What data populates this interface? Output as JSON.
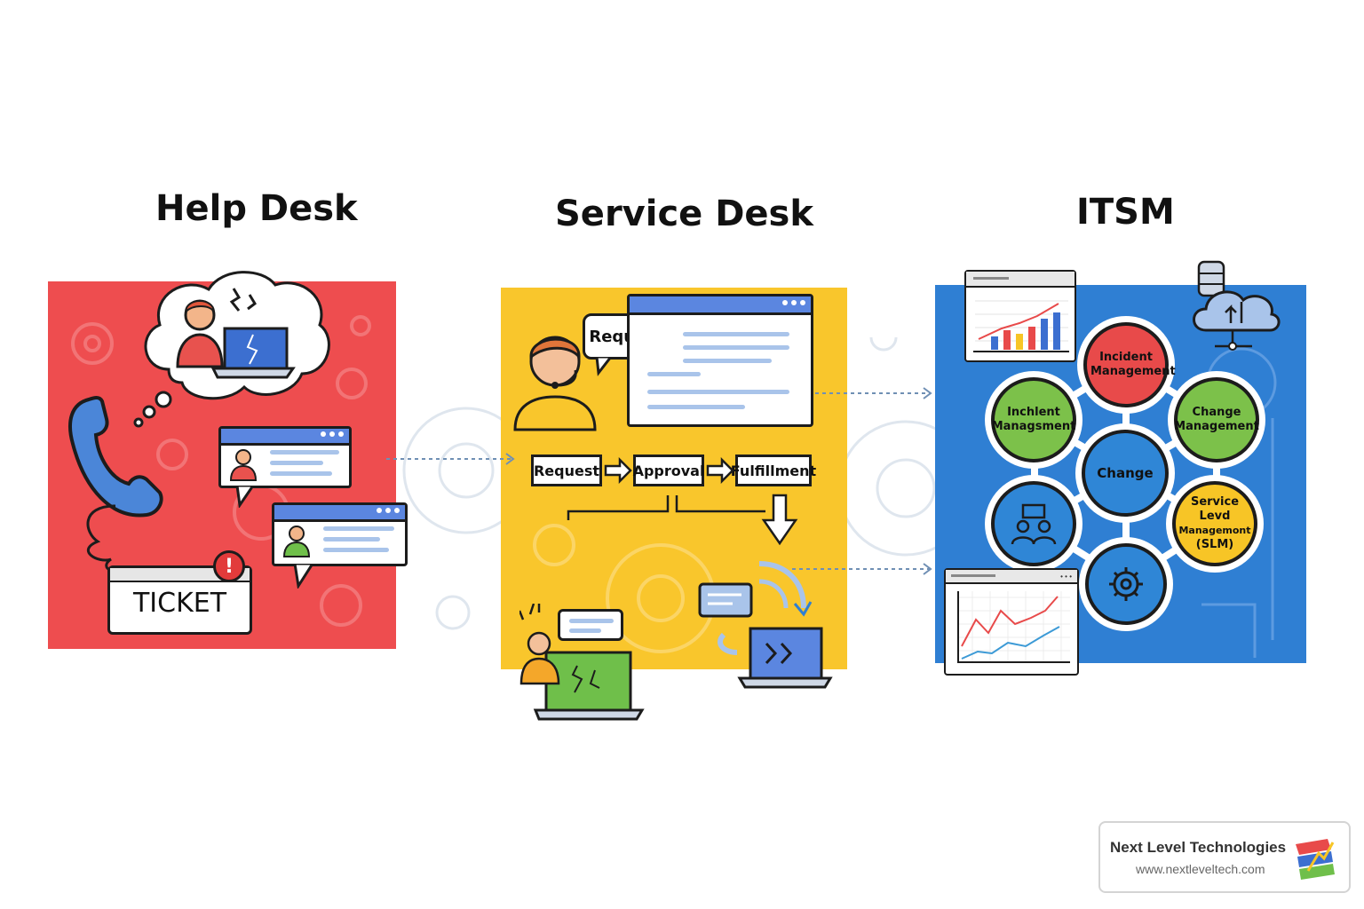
{
  "titles": {
    "help_desk": "Help Desk",
    "service_desk": "Service Desk",
    "itsm": "ITSM"
  },
  "help_desk": {
    "ticket_label": "TICKET",
    "alert_mark": "!"
  },
  "service_desk": {
    "request_bubble": "Request",
    "flow": [
      "Request",
      "Approval",
      "Fulfillment"
    ]
  },
  "itsm": {
    "nodes": {
      "top": "Incident Management",
      "left_top": [
        "Inchlent",
        "Managsment"
      ],
      "right_top": [
        "Change",
        "Management"
      ],
      "center": "Change",
      "right_bottom": [
        "Service",
        "Levd",
        "Managemont",
        "(SLM)"
      ]
    }
  },
  "brand": {
    "name": "Next Level Technologies",
    "url": "www.nextleveltech.com"
  },
  "colors": {
    "help_desk_bg": "#ee4d4f",
    "service_desk_bg": "#f9c62c",
    "itsm_bg": "#2f7fd3",
    "red_node": "#e84a4a",
    "green_node": "#7cc14a",
    "blue_node": "#2f86d6",
    "yellow_node": "#f7c526"
  },
  "icons": [
    "phone-icon",
    "person-icon",
    "laptop-icon",
    "chat-window-icon",
    "ticket-icon",
    "alert-icon",
    "gear-icon",
    "headset-agent-icon",
    "browser-window-icon",
    "arrow-right-icon",
    "arrow-down-icon",
    "cloud-server-icon",
    "bar-chart-icon",
    "line-chart-icon",
    "team-icon",
    "brand-logo-icon"
  ]
}
